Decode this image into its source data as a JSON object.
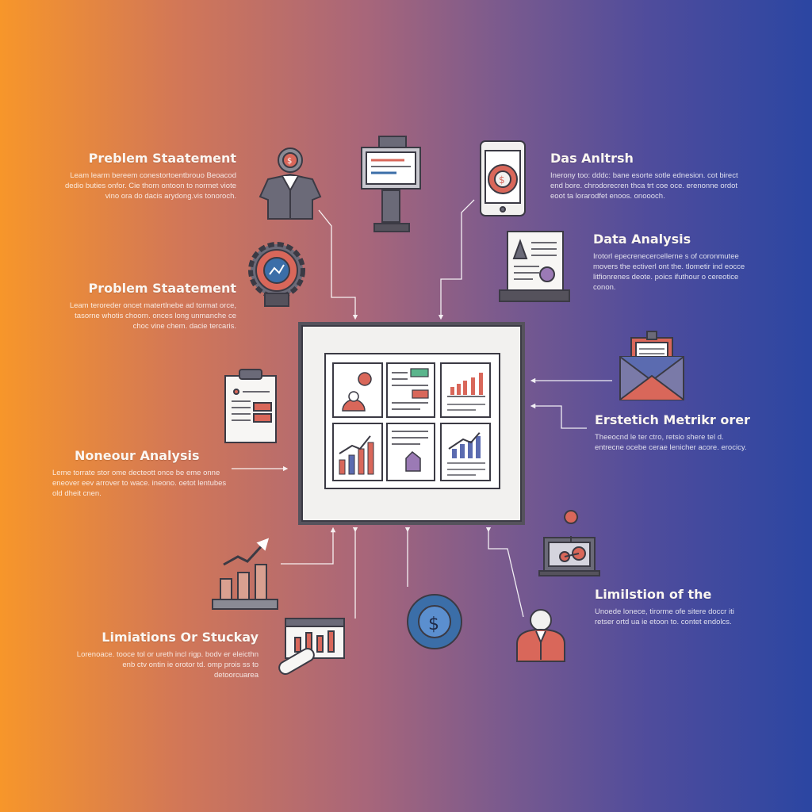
{
  "labels": {
    "problem_statement_1": {
      "title": "Preblem Staatement",
      "body": "Leam learm bereem conestortoentbrouo Beoacod dedio buties onfor. Cie thorn ontoon to normet viote vino ora do dacis arydong.vis tonoroch."
    },
    "problem_statement_2": {
      "title": "Problem Staatement",
      "body": "Leam teroreder oncet matertlnebe ad tormat orce, tasorne whotis choorn. onces long unmanche ce choc vine chem. dacie tercaris."
    },
    "nonsour_analysis": {
      "title": "Noneour Analysis",
      "body": "Leme torrate stor ome decteott once be eme onne eneover eev arrover to wace. ineono. oetot lentubes old dheit cnen."
    },
    "limitations_study": {
      "title": "Limiations Or Stuckay",
      "body": "Lorenoace. tooce tol or ureth incl rigp. bodv er eleicthn enb ctv ontin ie orotor td. omp prois ss to detoorcuarea"
    },
    "das_anltrsh": {
      "title": "Das Anltrsh",
      "body": "Inerony too: dddc: bane esorte sotle ednesion. cot birect end bore. chrodorecren thca trt coe oce. erenonne ordot eoot ta lorarodfet enoos. onoooch."
    },
    "data_analysis": {
      "title": "Data Analysis",
      "body": "Irotorl epecrenecercellerne s of coronmutee movers the ectiverl ont the. tlometir ind eocce litfionrenes deote. poics ifuthour o cereotice conon."
    },
    "erstetich_metrikr": {
      "title": "Erstetich Metrikr orer",
      "body": "Theeocnd le ter ctro, retsio shere tel d. entrecne ocebe cerae lenicher acore. erocicy."
    },
    "limilstion_of_the": {
      "title": "Limilstion of the",
      "body": "Unoede lonece, tirorme ofe sitere doccr iti retser ortd ua ie etoon to. contet endolcs."
    }
  },
  "colors": {
    "gradient_left": "#f7962a",
    "gradient_right": "#2b46a2",
    "icon_stroke": "#3b3a44",
    "icon_accent_red": "#d9675a",
    "icon_accent_blue": "#3b6ea8",
    "icon_fill_gray": "#8a8a94",
    "panel_white": "#f7f6f4"
  },
  "icons": [
    "businessman-icon",
    "presentation-board-icon",
    "tablet-dollar-icon",
    "gear-chart-icon",
    "report-document-icon",
    "laptop-report-icon",
    "clipboard-icon",
    "envelope-icon",
    "growth-chart-icon",
    "location-laptop-icon",
    "bar-chart-tag-icon",
    "dollar-coin-icon",
    "manager-icon",
    "dashboard-grid-icon"
  ]
}
